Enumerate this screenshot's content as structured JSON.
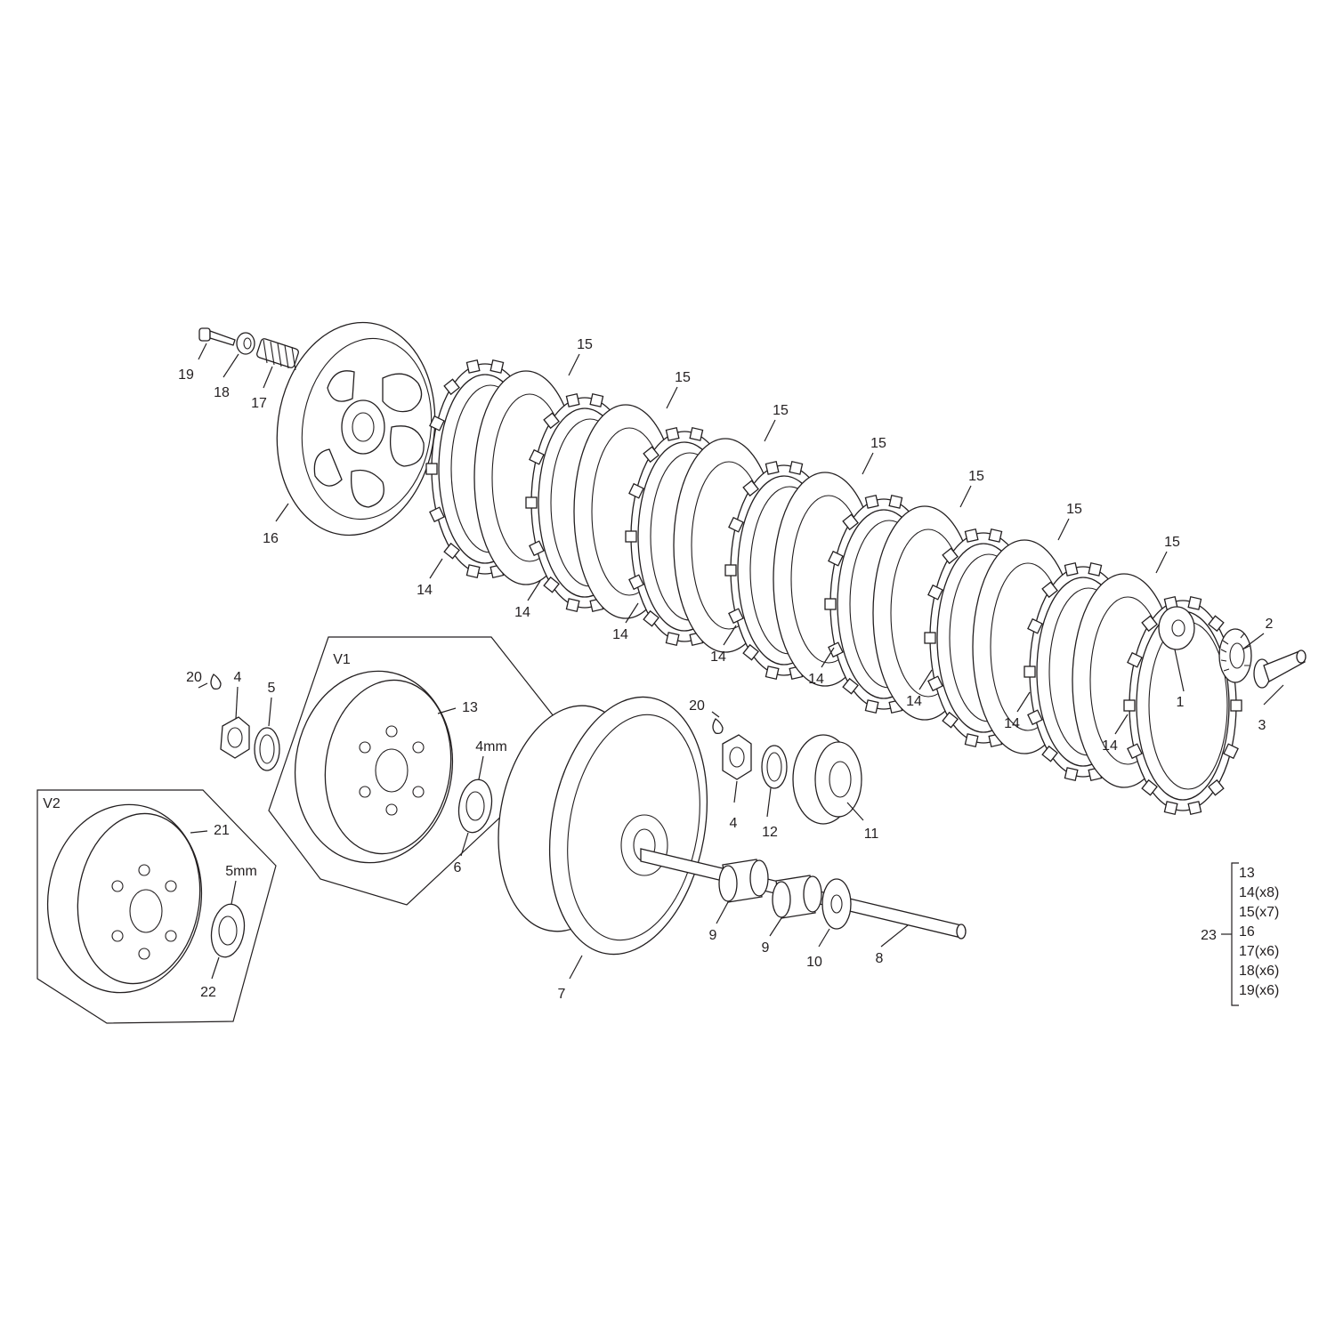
{
  "diagram": {
    "callouts": {
      "c1": "1",
      "c2": "2",
      "c3": "3",
      "c4a": "4",
      "c4b": "4",
      "c5": "5",
      "c6": "6",
      "c7": "7",
      "c8": "8",
      "c9a": "9",
      "c9b": "9",
      "c10": "10",
      "c11": "11",
      "c12": "12",
      "c13": "13",
      "c16": "16",
      "c17": "17",
      "c18": "18",
      "c19": "19",
      "c20a": "20",
      "c20b": "20",
      "c21": "21",
      "c22": "22",
      "c23": "23",
      "c4mm": "4mm",
      "c5mm": "5mm"
    },
    "plate_labels": {
      "friction": "14",
      "steel": "15"
    },
    "insets": {
      "v1": "V1",
      "v2": "V2"
    },
    "kit_list": [
      "13",
      "14(x8)",
      "15(x7)",
      "16",
      "17(x6)",
      "18(x6)",
      "19(x6)"
    ]
  }
}
